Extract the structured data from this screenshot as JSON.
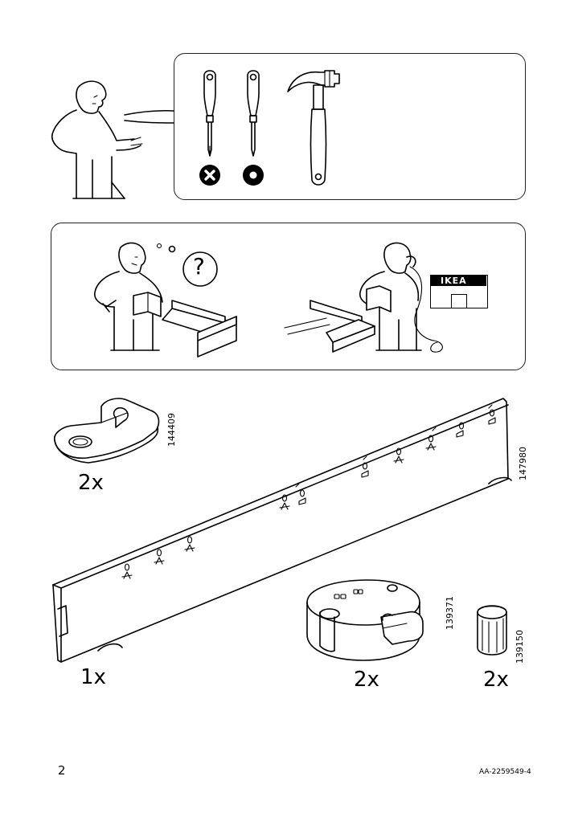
{
  "tools": {
    "tool_icons": [
      "phillips-screwdriver-icon",
      "flat-screwdriver-icon",
      "hammer-icon"
    ],
    "screwdriver_markers": [
      "cross-marker-icon",
      "dot-marker-icon"
    ]
  },
  "help_panel": {
    "store_sign_text": "IKEA",
    "question_mark": "?"
  },
  "parts": [
    {
      "id": "144409",
      "qty": "2x",
      "icon": "bracket-icon"
    },
    {
      "id": "147980",
      "qty": "1x",
      "icon": "rail-icon"
    },
    {
      "id": "139371",
      "qty": "2x",
      "icon": "cam-lock-icon"
    },
    {
      "id": "139150",
      "qty": "2x",
      "icon": "dowel-icon"
    }
  ],
  "footer": {
    "page_number": "2",
    "document_code": "AA-2259549-4"
  }
}
